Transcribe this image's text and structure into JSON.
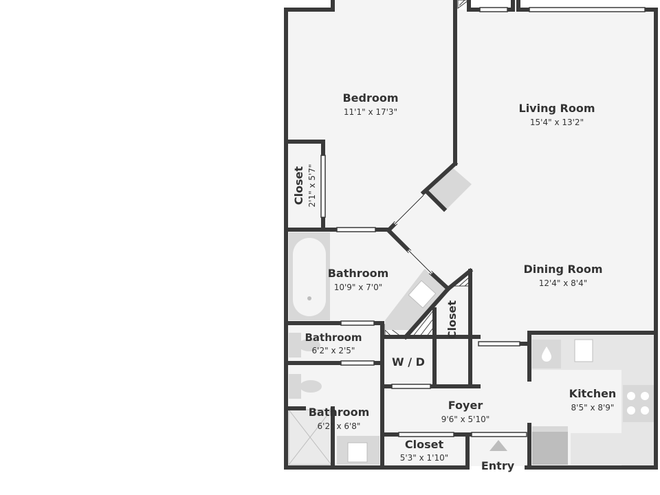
{
  "colors": {
    "floor": "#f4f4f4",
    "wall": "#3a3a3a",
    "fixture": "#d8d8d8",
    "fixture_dark": "#bdbdbd",
    "counter": "#e6e6e6"
  },
  "rooms": {
    "bedroom": {
      "name": "Bedroom",
      "dims": "11'1\" x 17'3\""
    },
    "living_room": {
      "name": "Living Room",
      "dims": "15'4\" x 13'2\""
    },
    "closet_bedroom": {
      "name": "Closet",
      "dims": "2'1\" x 5'7\""
    },
    "bathroom_main": {
      "name": "Bathroom",
      "dims": "10'9\" x 7'0\""
    },
    "dining_room": {
      "name": "Dining Room",
      "dims": "12'4\" x 8'4\""
    },
    "closet_hall": {
      "name": "Closet"
    },
    "bathroom_half": {
      "name": "Bathroom",
      "dims": "6'2\" x 2'5\""
    },
    "wd": {
      "name": "W / D"
    },
    "bathroom_lower": {
      "name": "Bathroom",
      "dims": "6'2\" x 6'8\""
    },
    "foyer": {
      "name": "Foyer",
      "dims": "9'6\" x 5'10\""
    },
    "kitchen": {
      "name": "Kitchen",
      "dims": "8'5\" x 8'9\""
    },
    "closet_entry": {
      "name": "Closet",
      "dims": "5'3\" x 1'10\""
    }
  },
  "entry": {
    "label": "Entry"
  }
}
